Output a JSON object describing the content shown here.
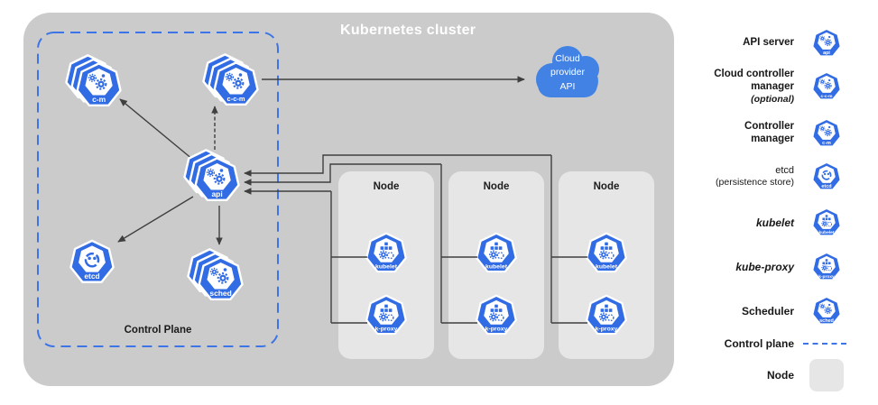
{
  "title": "Kubernetes cluster",
  "control_plane": {
    "label": "Control Plane"
  },
  "cloud": {
    "label": "Cloud\nprovider\nAPI"
  },
  "components": {
    "api": {
      "label": "api"
    },
    "c_c_m": {
      "label": "c-c-m"
    },
    "c_m": {
      "label": "c-m"
    },
    "etcd": {
      "label": "etcd"
    },
    "sched": {
      "label": "sched"
    },
    "kubelet": {
      "label": "kubelet"
    },
    "k_proxy": {
      "label": "k-proxy"
    }
  },
  "nodes": [
    {
      "label": "Node"
    },
    {
      "label": "Node"
    },
    {
      "label": "Node"
    }
  ],
  "legend": {
    "items": [
      {
        "label": "API server",
        "icon": "api"
      },
      {
        "label": "Cloud controller\nmanager",
        "note": "(optional)",
        "icon": "c-c-m"
      },
      {
        "label": "Controller\nmanager",
        "icon": "c-m"
      },
      {
        "label": "etcd",
        "note": "(persistence store)",
        "icon": "etcd"
      },
      {
        "label": "kubelet",
        "icon": "kubelet"
      },
      {
        "label": "kube-proxy",
        "icon": "k-proxy"
      },
      {
        "label": "Scheduler",
        "icon": "sched"
      },
      {
        "label": "Control plane"
      },
      {
        "label": "Node"
      }
    ]
  },
  "colors": {
    "kubernetes_blue": "#326ce5",
    "cloud_blue": "#4282e4",
    "cluster_background": "#cbcbcb",
    "node_background": "#e6e6e6",
    "control_plane_dash": "#3d74e6",
    "arrow": "#3f3f3f"
  }
}
